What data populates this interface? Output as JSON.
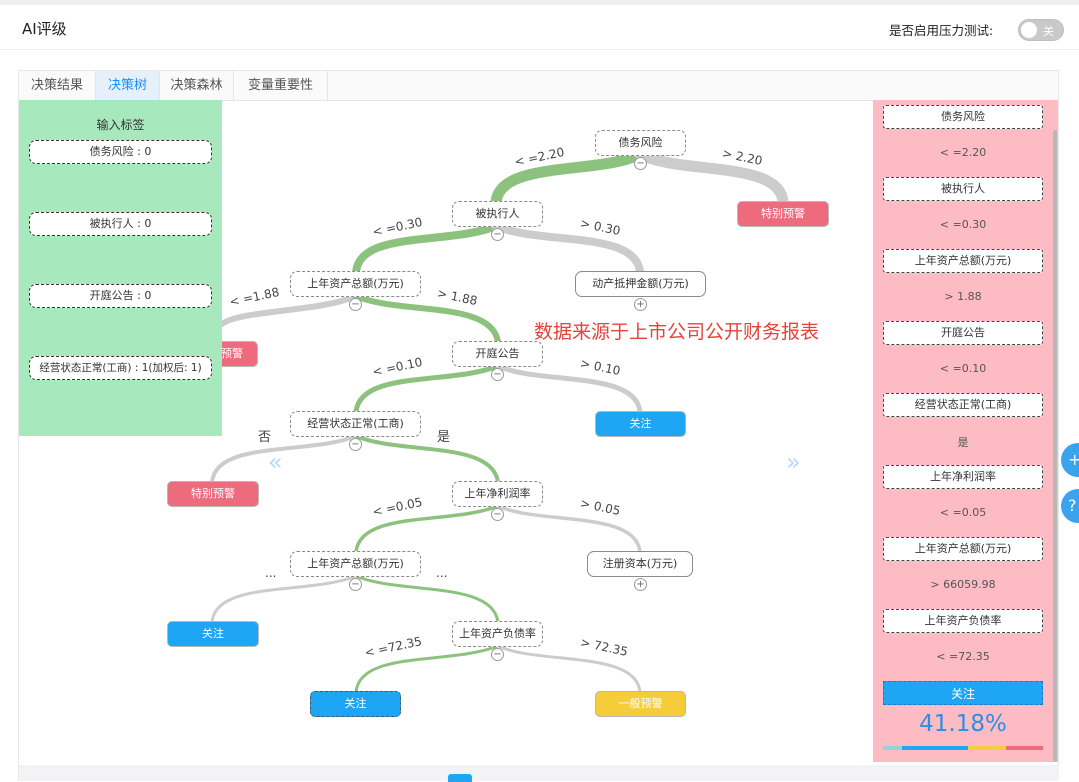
{
  "header": {
    "title": "AI评级",
    "stress_label": "是否启用压力测试:",
    "toggle_text": "关"
  },
  "tabs": [
    {
      "label": "决策结果"
    },
    {
      "label": "决策树"
    },
    {
      "label": "决策森林"
    },
    {
      "label": "变量重要性"
    }
  ],
  "watermark": "数据来源于上市公司公开财务报表",
  "nav": {
    "prev": "«",
    "next": "»"
  },
  "tree": {
    "nodes": {
      "root": "债务风险",
      "n_exec": "被执行人",
      "n_warn_top": "特别预警",
      "n_asset1": "上年资产总额(万元)",
      "n_pledge": "动产抵押金额(万元)",
      "n_warn_left_partial": "预警",
      "n_court": "开庭公告",
      "n_status": "经营状态正常(工商)",
      "n_attention1": "关注",
      "n_warn_mid": "特别预警",
      "n_profit": "上年净利润率",
      "n_asset2": "上年资产总额(万元)",
      "n_capital": "注册资本(万元)",
      "n_attention2": "关注",
      "n_debt": "上年资产负债率",
      "n_attention3": "关注",
      "n_general": "一般预警"
    },
    "edges": {
      "e1": "< =2.20",
      "e2": "> 2.20",
      "e3": "< =0.30",
      "e4": "> 0.30",
      "e5": "< =1.88",
      "e6": "> 1.88",
      "e7": "< =0.10",
      "e8": "> 0.10",
      "e9": "否",
      "e10": "是",
      "e11": "< =0.05",
      "e12": "> 0.05",
      "e13": "...",
      "e14": "...",
      "e15": "< =72.35",
      "e16": "> 72.35"
    },
    "toggles": {
      "collapse": "−",
      "expand": "+"
    }
  },
  "input_panel": {
    "title": "输入标签",
    "items": [
      "债务风险 : 0",
      "被执行人 : 0",
      "开庭公告 : 0",
      "经营状态正常(工商) : 1(加权后: 1)"
    ]
  },
  "path_panel": {
    "steps": [
      {
        "node": "债务风险",
        "cond": "< =2.20"
      },
      {
        "node": "被执行人",
        "cond": "< =0.30"
      },
      {
        "node": "上年资产总额(万元)",
        "cond": "> 1.88"
      },
      {
        "node": "开庭公告",
        "cond": "< =0.10"
      },
      {
        "node": "经营状态正常(工商)",
        "cond": "是"
      },
      {
        "node": "上年净利润率",
        "cond": "< =0.05"
      },
      {
        "node": "上年资产总额(万元)",
        "cond": "> 66059.98"
      },
      {
        "node": "上年资产负债率",
        "cond": "< =72.35"
      }
    ],
    "result": "关注",
    "percent": "41.18%"
  },
  "colors": {
    "path_green": "#8cc27e",
    "edge_gray": "#cccccc",
    "leaf_red": "#ee6b7d",
    "leaf_blue": "#1ea6f5",
    "leaf_yellow": "#f5cc3a",
    "input_bg": "#a7e8bc",
    "path_bg": "#fdbcc4",
    "watermark": "#e8423a"
  },
  "icons": [
    "collapse-icon",
    "expand-icon",
    "add-icon",
    "info-icon"
  ]
}
